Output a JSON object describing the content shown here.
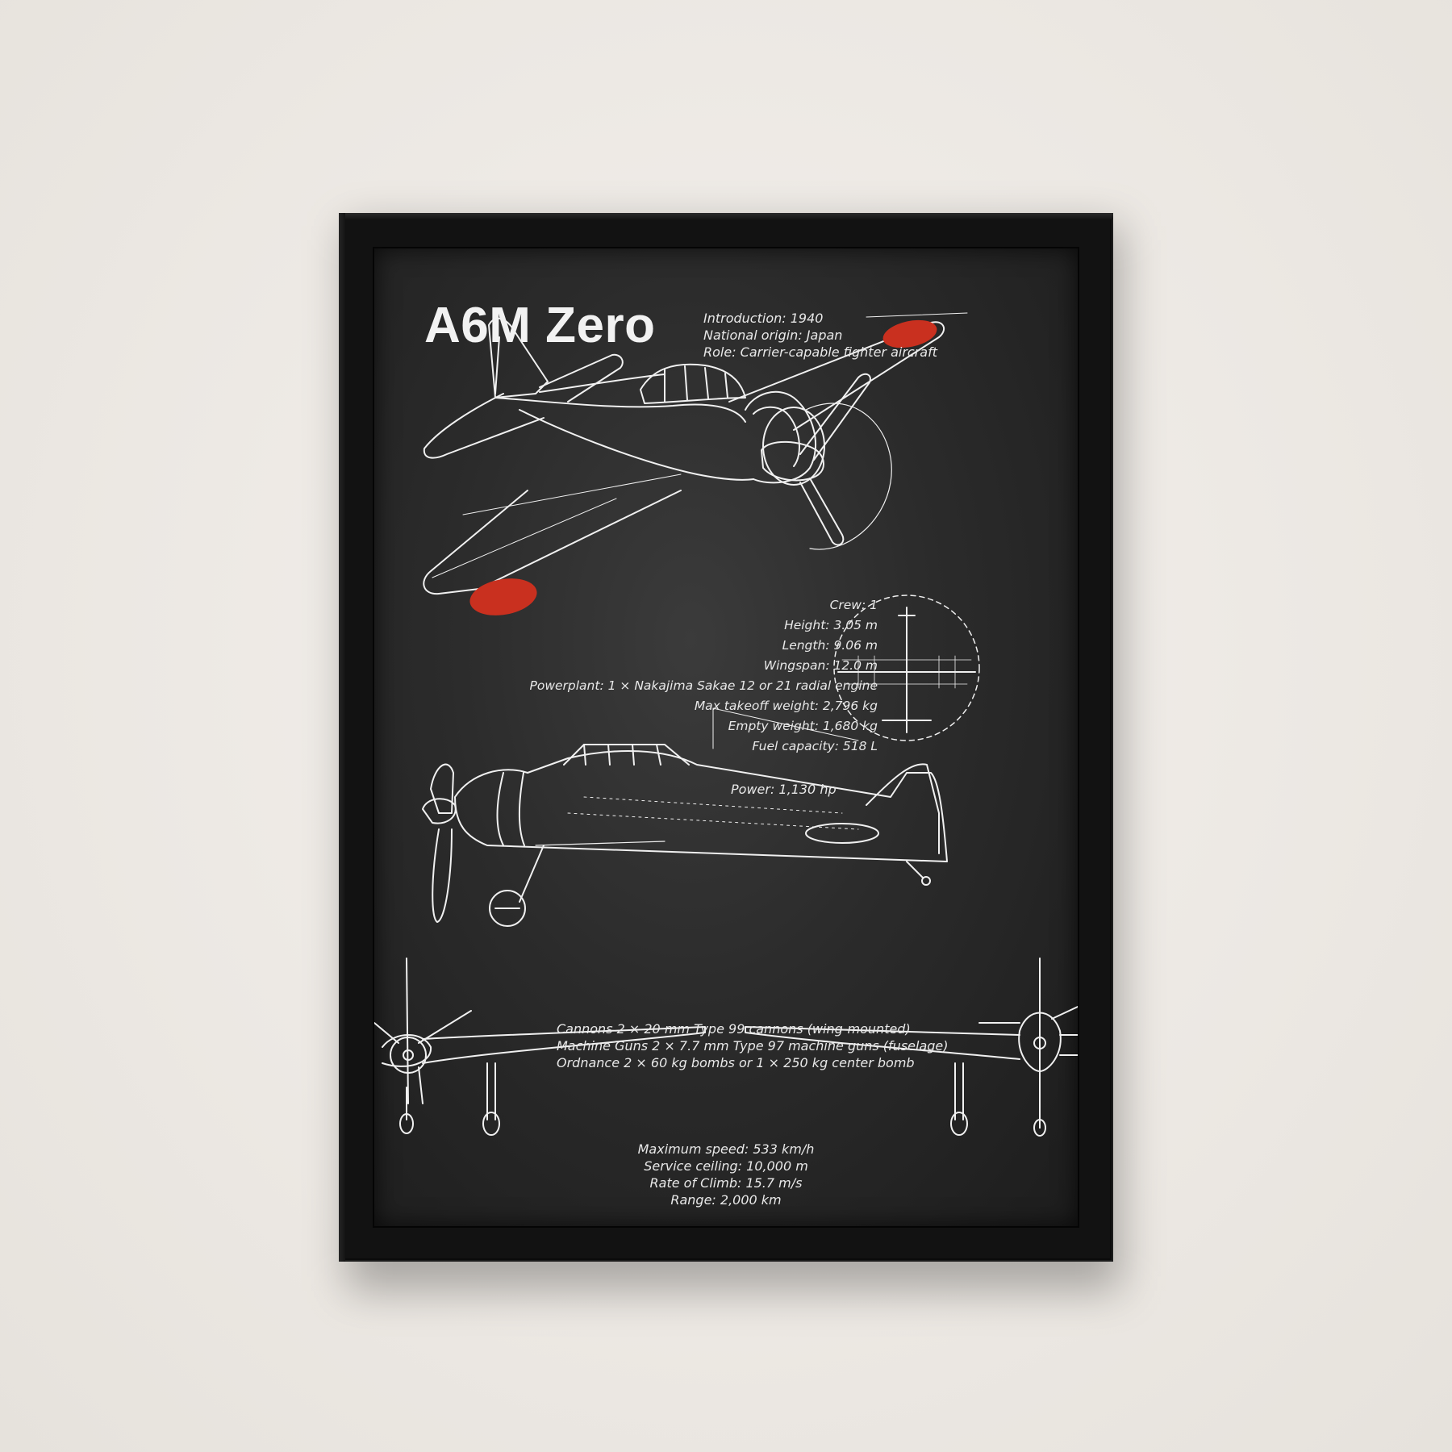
{
  "poster": {
    "title": "A6M Zero",
    "intro": [
      "Introduction: 1940",
      "National origin: Japan",
      "Role: Carrier-capable fighter aircraft"
    ],
    "specs": [
      "Crew: 1",
      "Height: 3.05 m",
      "Length: 9.06 m",
      "Wingspan: 12.0 m",
      "Powerplant: 1 × Nakajima Sakae 12 or 21 radial engine",
      "Max takeoff weight: 2,796 kg",
      "Empty weight: 1,680 kg",
      "Fuel capacity: 518 L"
    ],
    "power": "Power: 1,130 hp",
    "armament": [
      "Cannons 2 × 20 mm Type 99 cannons (wing-mounted)",
      "Machine Guns 2 × 7.7 mm Type 97 machine guns (fuselage)",
      "Ordnance 2 × 60 kg bombs or 1 × 250 kg center bomb"
    ],
    "performance": [
      "Maximum speed: 533 km/h",
      "Service ceiling: 10,000 m",
      "Rate of Climb: 15.7 m/s",
      "Range: 2,000 km"
    ]
  },
  "colors": {
    "wall": "#efebe6",
    "frame": "#121212",
    "chalkboard": "#2b2b2b",
    "line_art": "#f2f2f2",
    "hinomaru": "#c9301f"
  }
}
